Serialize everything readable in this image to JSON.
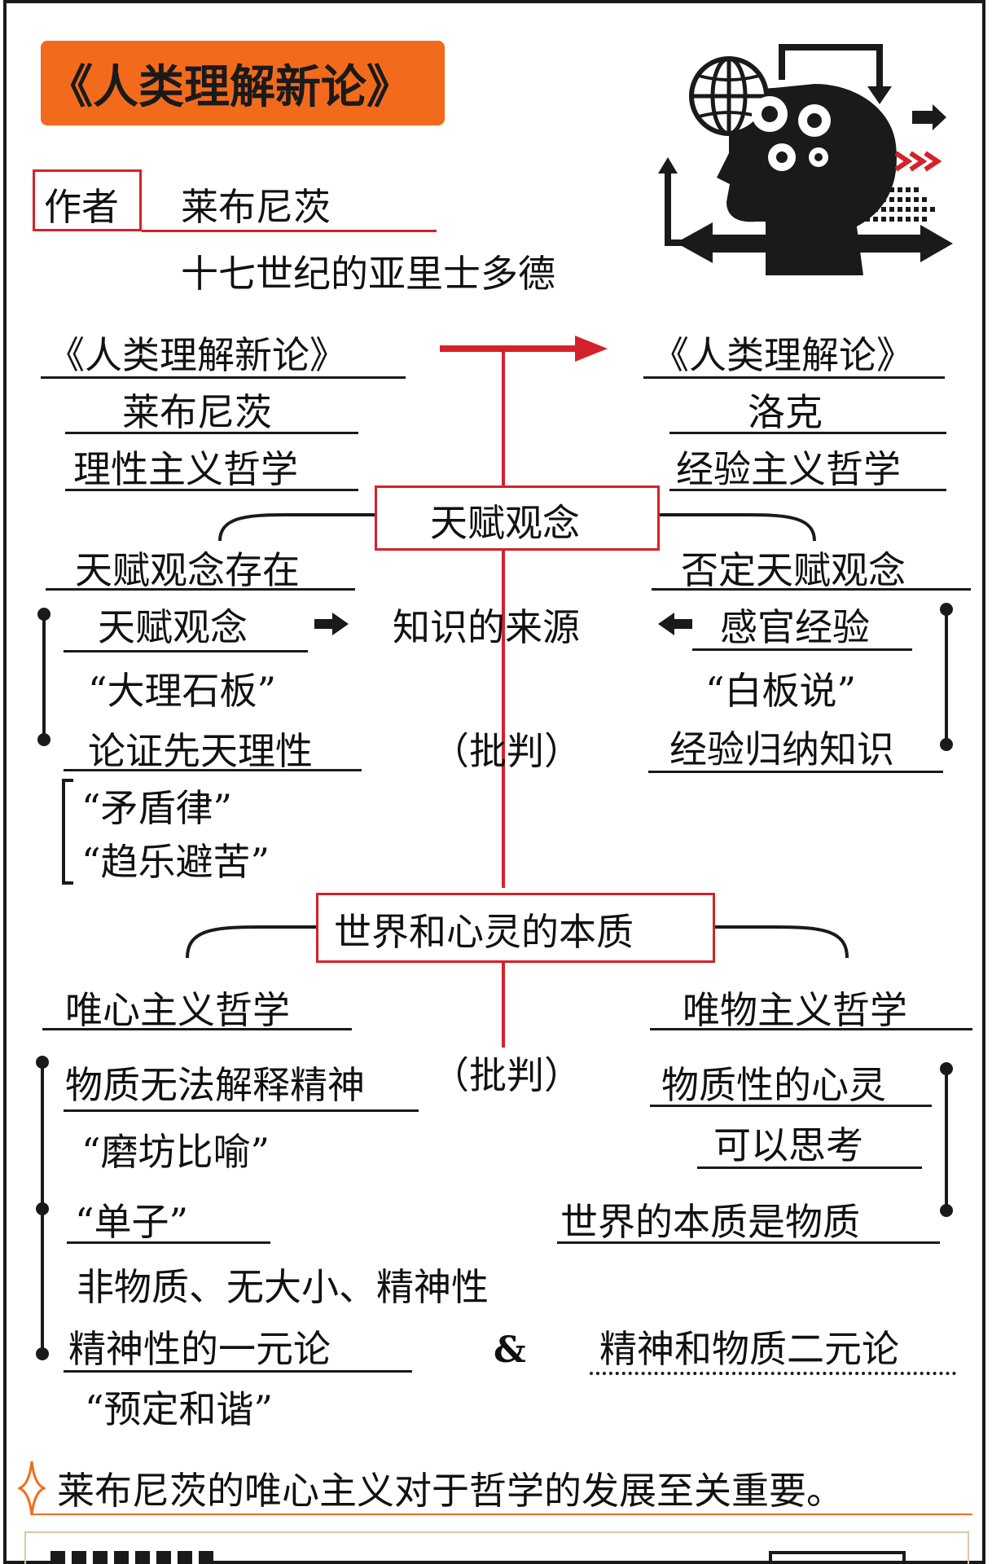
{
  "title": "《人类理解新论》",
  "author": {
    "label": "作者",
    "name": "莱布尼茨",
    "epithet": "十七世纪的亚里士多德"
  },
  "left_top": {
    "book": "《人类理解新论》",
    "author": "莱布尼茨",
    "school": "理性主义哲学"
  },
  "right_top": {
    "book": "《人类理解论》",
    "author": "洛克",
    "school": "经验主义哲学"
  },
  "center1": "天赋观念",
  "knowledge": {
    "left_head": "天赋观念存在",
    "right_head": "否定天赋观念",
    "center": "知识的来源",
    "left_items": [
      "天赋观念",
      "“大理石板”",
      "论证先天理性",
      "“矛盾律”",
      "“趋乐避苦”"
    ],
    "right_items": [
      "感官经验",
      "“白板说”",
      "经验归纳知识"
    ],
    "critique": "（批判）"
  },
  "center2": "世界和心灵的本质",
  "nature": {
    "left_head": "唯心主义哲学",
    "right_head": "唯物主义哲学",
    "critique": "（批判）",
    "left_items": [
      "物质无法解释精神",
      "“磨坊比喻”",
      "“单子”",
      "非物质、无大小、精神性",
      "精神性的一元论",
      "“预定和谐”"
    ],
    "right_items": [
      "物质性的心灵",
      "可以思考",
      "世界的本质是物质"
    ],
    "amp": "&",
    "dualism": "精神和物质二元论"
  },
  "conclusion": "莱布尼茨的唯心主义对于哲学的发展至关重要。",
  "colors": {
    "accent": "#f26b1d",
    "red": "#d4222a",
    "ink": "#1a1a1a"
  },
  "icons": [
    "head-gears-icon",
    "sparkle-icon"
  ]
}
